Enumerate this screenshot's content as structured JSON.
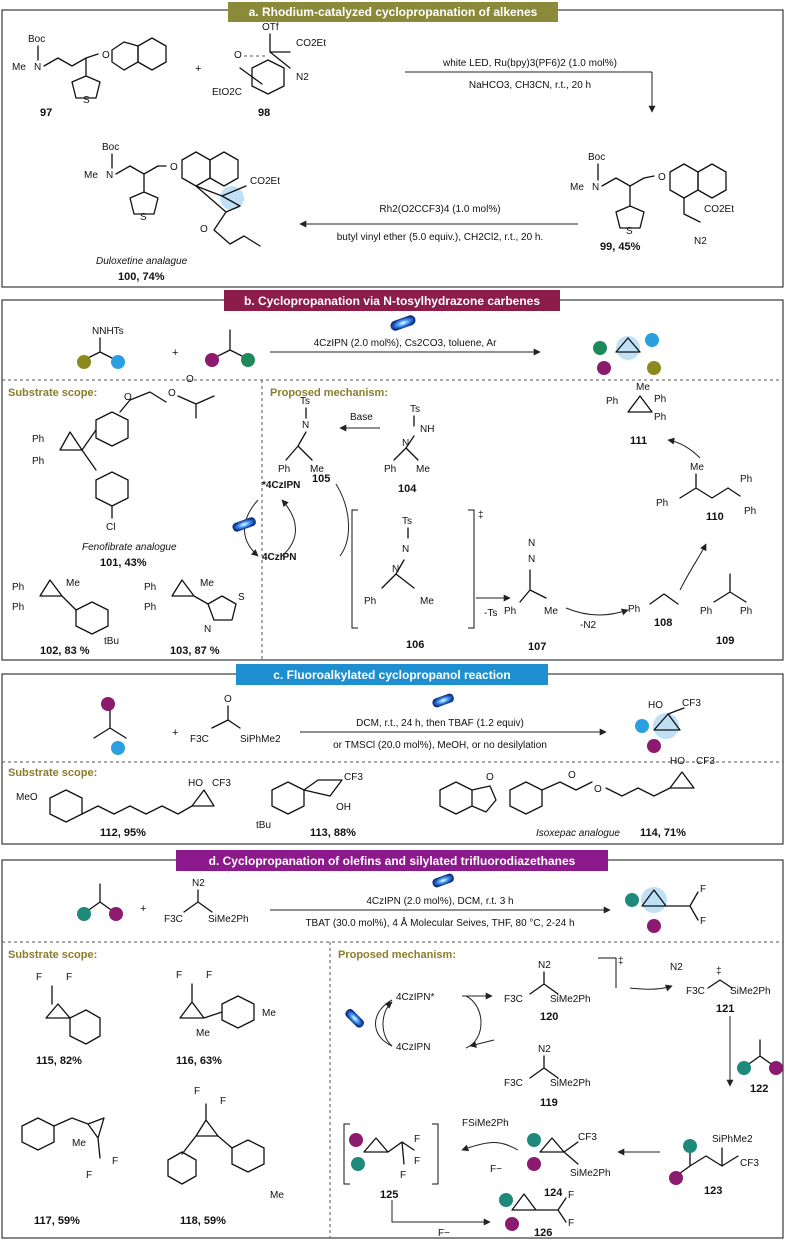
{
  "colors": {
    "olive": "#8a8a3a",
    "maroon": "#8c1d4a",
    "blue": "#1e8fd0",
    "purple": "#8c1a8c",
    "dot_olive": "#8a8a1e",
    "dot_purple": "#8c1a6e",
    "dot_green": "#1e8a5a",
    "dot_blue": "#2aa0e0",
    "dot_teal": "#1e8a7a",
    "highlight": "#bfe0f5"
  },
  "sections": {
    "a": {
      "title": "a. Rhodium-catalyzed cyclopropanation of alkenes",
      "cond1_top": "white LED, Ru(bpy)3(PF6)2 (1.0 mol%)",
      "cond1_bot": "NaHCO3, CH3CN, r.t., 20 h",
      "cond2_top": "Rh2(O2CCF3)4 (1.0 mol%)",
      "cond2_bot": "butyl vinyl ether (5.0 equiv.), CH2Cl2, r.t., 20 h.",
      "c97": "97",
      "c98": "98",
      "c99": "99, 45%",
      "c100_name": "Duloxetine analague",
      "c100": "100, 74%",
      "plus": "+",
      "labels": {
        "boc": "Boc",
        "me": "Me",
        "n": "N",
        "o": "O",
        "s": "S",
        "otf": "OTf",
        "co2et": "CO2Et",
        "n2": "N2",
        "eto2c": "EtO2C"
      }
    },
    "b": {
      "title": "b. Cyclopropanation via N-tosylhydrazone carbenes",
      "cond": "4CzIPN (2.0 mol%), Cs2CO3, toluene, Ar",
      "reagent": "NNHTs",
      "scope_label": "Substrate scope:",
      "mech_label": "Proposed mechanism:",
      "c101_name": "Fenofibrate analogue",
      "c101": "101, 43%",
      "c102": "102, 83 %",
      "c103": "103, 87 %",
      "c104": "104",
      "c105": "105",
      "c106": "106",
      "c107": "107",
      "c108": "108",
      "c109": "109",
      "c110": "110",
      "c111": "111",
      "base": "Base",
      "cat_star": "*4CzIPN",
      "cat": "4CzIPN",
      "minus_ts": "-Ts",
      "minus_n2": "-N2",
      "labels": {
        "ph": "Ph",
        "me": "Me",
        "cl": "Cl",
        "tbu": "tBu",
        "ts": "Ts",
        "nh": "NH",
        "n": "N",
        "o": "O",
        "s": "S",
        "ddag": "‡"
      }
    },
    "c": {
      "title": "c. Fluoroalkylated cyclopropanol reaction",
      "cond_top": "DCM, r.t., 24 h, then TBAF (1.2 equiv)",
      "cond_bot": "or TMSCl (20.0 mol%), MeOH, or no desilylation",
      "reagent": "SiPhMe2",
      "scope_label": "Substrate scope:",
      "c112": "112, 95%",
      "c113": "113, 88%",
      "c114_name": "Isoxepac analogue",
      "c114": "114, 71%",
      "labels": {
        "ho": "HO",
        "oh": "OH",
        "cf3": "CF3",
        "f3c": "F3C",
        "meo": "MeO",
        "tbu": "tBu",
        "o": "O"
      }
    },
    "d": {
      "title": "d. Cyclopropanation of olefins and silylated trifluorodiazethanes",
      "cond_top": "4CzIPN (2.0 mol%), DCM, r.t. 3 h",
      "cond_bot": "TBAT (30.0 mol%), 4 Å Molecular Seives, THF, 80 °C, 2-24 h",
      "scope_label": "Substrate scope:",
      "mech_label": "Proposed mechanism:",
      "c115": "115, 82%",
      "c116": "116, 63%",
      "c117": "117, 59%",
      "c118": "118, 59%",
      "c119": "119",
      "c120": "120",
      "c121": "121",
      "c122": "122",
      "c123": "123",
      "c124": "124",
      "c125": "125",
      "c126": "126",
      "cat_star": "4CzIPN*",
      "cat": "4CzIPN",
      "labels": {
        "f": "F",
        "me": "Me",
        "f3c": "F3C",
        "sime2ph": "SiMe2Ph",
        "siphme2": "SiPhMe2",
        "cf3": "CF3",
        "n2": "N2",
        "fsime2ph": "FSiMe2Ph",
        "fminus": "F−"
      }
    }
  }
}
